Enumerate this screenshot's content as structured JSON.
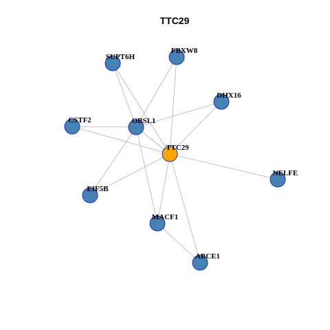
{
  "title": "TTC29",
  "colors": {
    "node_default": "#4682b4",
    "node_focus": "#ffa500",
    "node_border": "#1f2fbf",
    "edge": "#b3b3b3",
    "background": "#ffffff"
  },
  "nodes": [
    {
      "id": "TTC29",
      "label": "TTC29",
      "focus": true
    },
    {
      "id": "SUPT6H",
      "label": "SUPT6H",
      "focus": false
    },
    {
      "id": "FBXW8",
      "label": "FBXW8",
      "focus": false
    },
    {
      "id": "DHX16",
      "label": "DHX16",
      "focus": false
    },
    {
      "id": "CSTF2",
      "label": "CSTF2",
      "focus": false
    },
    {
      "id": "OBSL1",
      "label": "OBSL1",
      "focus": false
    },
    {
      "id": "NELFE",
      "label": "NELFE",
      "focus": false
    },
    {
      "id": "EIF5B",
      "label": "EIF5B",
      "focus": false
    },
    {
      "id": "MACF1",
      "label": "MACF1",
      "focus": false
    },
    {
      "id": "ABCE1",
      "label": "ABCE1",
      "focus": false
    }
  ],
  "edges": [
    [
      "SUPT6H",
      "OBSL1"
    ],
    [
      "SUPT6H",
      "TTC29"
    ],
    [
      "FBXW8",
      "OBSL1"
    ],
    [
      "FBXW8",
      "TTC29"
    ],
    [
      "DHX16",
      "OBSL1"
    ],
    [
      "DHX16",
      "TTC29"
    ],
    [
      "CSTF2",
      "OBSL1"
    ],
    [
      "CSTF2",
      "TTC29"
    ],
    [
      "OBSL1",
      "TTC29"
    ],
    [
      "OBSL1",
      "EIF5B"
    ],
    [
      "OBSL1",
      "MACF1"
    ],
    [
      "TTC29",
      "NELFE"
    ],
    [
      "TTC29",
      "EIF5B"
    ],
    [
      "TTC29",
      "MACF1"
    ],
    [
      "TTC29",
      "ABCE1"
    ],
    [
      "MACF1",
      "ABCE1"
    ]
  ]
}
